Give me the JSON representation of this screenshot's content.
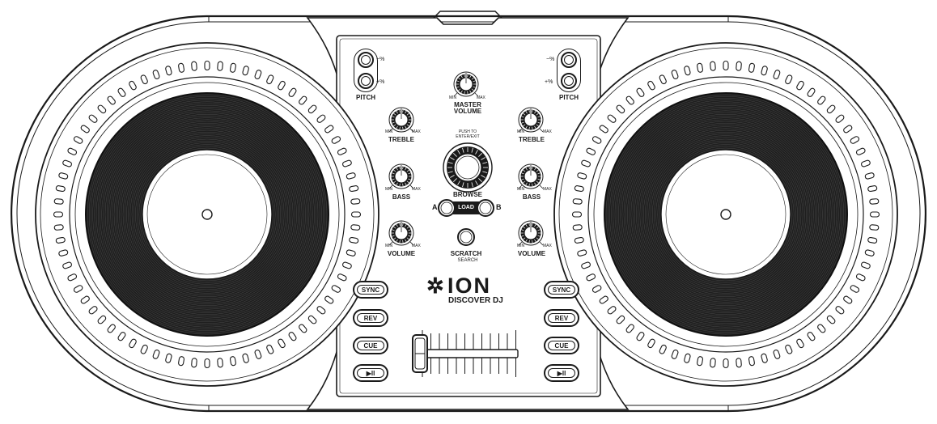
{
  "brand": {
    "logo": "ION",
    "logo_symbol": "✲",
    "product": "DISCOVER DJ"
  },
  "left_deck": {
    "pitch": {
      "minus": "−%",
      "plus": "+%",
      "label": "PITCH"
    },
    "treble": {
      "label": "TREBLE",
      "min": "MIN",
      "max": "MAX"
    },
    "bass": {
      "label": "BASS",
      "min": "MIN",
      "max": "MAX"
    },
    "volume": {
      "label": "VOLUME",
      "min": "MIN",
      "max": "MAX"
    },
    "buttons": {
      "sync": "SYNC",
      "rev": "REV",
      "cue": "CUE",
      "play": "▶II"
    }
  },
  "right_deck": {
    "pitch": {
      "minus": "−%",
      "plus": "+%",
      "label": "PITCH"
    },
    "treble": {
      "label": "TREBLE",
      "min": "MIN",
      "max": "MAX"
    },
    "bass": {
      "label": "BASS",
      "min": "MIN",
      "max": "MAX"
    },
    "volume": {
      "label": "VOLUME",
      "min": "MIN",
      "max": "MAX"
    },
    "buttons": {
      "sync": "SYNC",
      "rev": "REV",
      "cue": "CUE",
      "play": "▶II"
    }
  },
  "master": {
    "label_line1": "MASTER",
    "label_line2": "VOLUME",
    "min": "MIN",
    "max": "MAX"
  },
  "browse": {
    "hint_line1": "PUSH TO",
    "hint_line2": "ENTER/EXIT",
    "label": "BROWSE"
  },
  "load": {
    "label": "LOAD",
    "a": "A",
    "b": "B"
  },
  "scratch": {
    "label": "SCRATCH",
    "sublabel": "SEARCH"
  }
}
